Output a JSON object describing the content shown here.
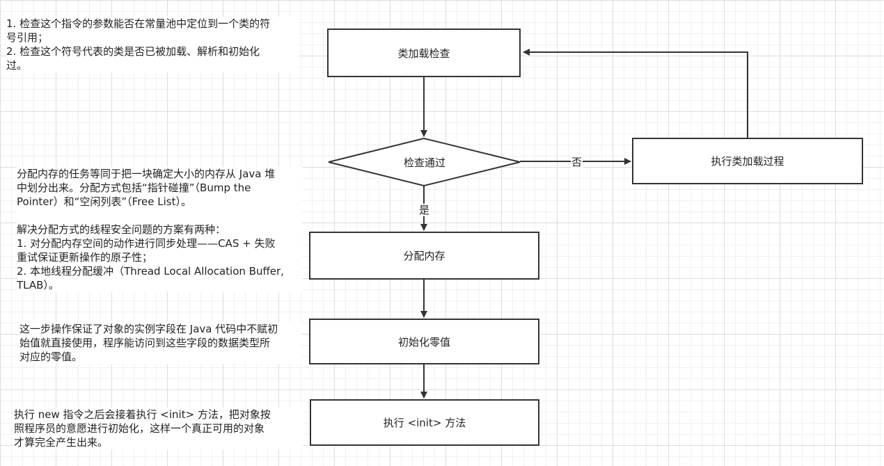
{
  "nodes": {
    "class_check": "类加载检查",
    "check_pass": "检查通过",
    "exec_loading": "执行类加载过程",
    "alloc_memory": "分配内存",
    "init_zero": "初始化零值",
    "exec_init": "执行 <init> 方法"
  },
  "edges": {
    "no_label": "否",
    "yes_label": "是"
  },
  "notes": {
    "class_check": "1. 检查这个指令的参数能否在常量池中定位到一个类的符\n号引用；\n2. 检查这个符号代表的类是否已被加载、解析和初始化\n过。",
    "alloc_memory": "分配内存的任务等同于把一块确定大小的内存从 Java 堆\n中划分出来。分配方式包括“指针碰撞”（Bump the\nPointer）和“空闲列表”（Free List）。\n\n解决分配方式的线程安全问题的方案有两种：\n1. 对分配内存空间的动作进行同步处理——CAS + 失败\n重试保证更新操作的原子性；\n2. 本地线程分配缓冲（Thread Local Allocation Buffer,\nTLAB）。",
    "init_zero": "这一步操作保证了对象的实例字段在 Java 代码中不赋初\n始值就直接使用，程序能访问到这些字段的数据类型所\n对应的零值。",
    "exec_init": "执行 new 指令之后会接着执行 <init> 方法，把对象按\n照程序员的意愿进行初始化，这样一个真正可用的对象\n才算完全产生出来。"
  },
  "colors": {
    "stroke": "#333333",
    "background": "#ffffff",
    "grid": "#dcdcdc"
  }
}
